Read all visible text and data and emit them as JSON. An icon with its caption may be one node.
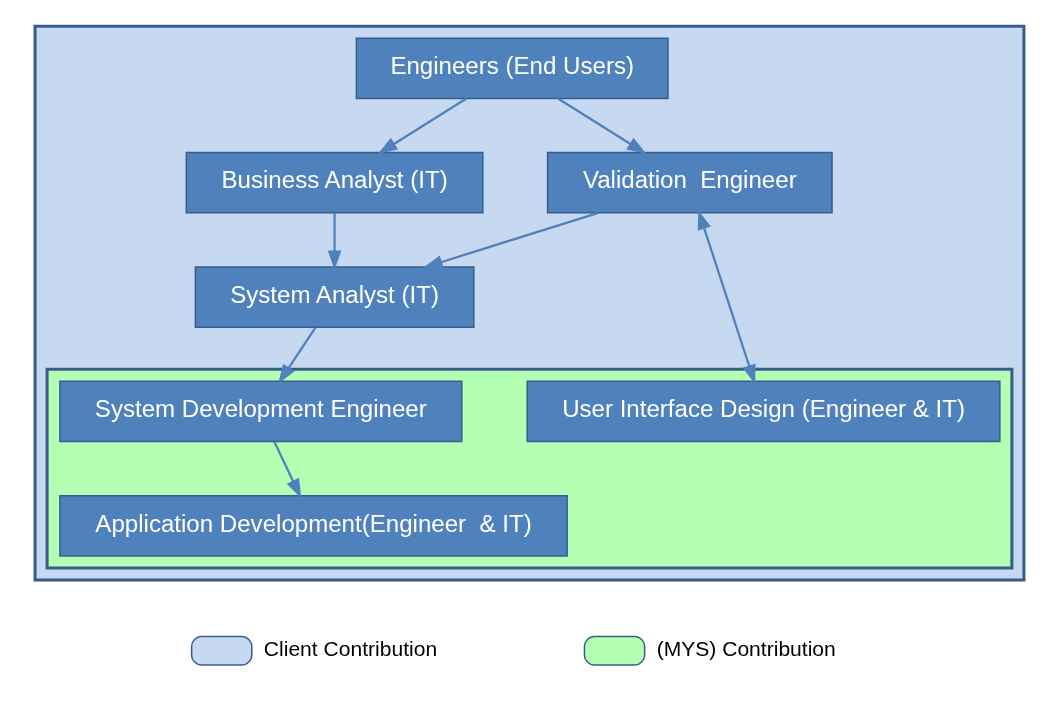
{
  "diagram": {
    "nodes": [
      {
        "text": [],
        "shape": "box"
      },
      {
        "text": [
          "Engineers (End Users)"
        ],
        "in": 0
      },
      {
        "text": [
          "Business Analyst (IT)"
        ],
        "in": 0
      },
      {
        "text": [
          "Validation  Engineer"
        ],
        "in": 0
      },
      {
        "text": [
          "System Analyst (IT)"
        ],
        "in": 0
      },
      {
        "text": [],
        "shape": "box",
        "in": 0
      },
      {
        "text": [
          "System Development Engineer"
        ],
        "in": 5
      },
      {
        "text": [
          "User Interface Design (Engineer & IT)"
        ],
        "in": 5
      },
      {
        "text": [
          "Application Development(Engineer  & IT)"
        ],
        "in": 5
      }
    ],
    "edges": [
      {
        "from": 1,
        "to": 2,
        "arrow": "to"
      },
      {
        "from": 1,
        "to": 3,
        "arrow": "to"
      },
      {
        "from": 2,
        "to": 4,
        "arrow": "to"
      },
      {
        "from": 3,
        "to": 4,
        "arrow": "to"
      },
      {
        "from": 4,
        "to": 6,
        "arrow": "to"
      },
      {
        "from": 6,
        "to": 8,
        "arrow": "to"
      },
      {
        "from": 3,
        "to": 7,
        "arrow": "both"
      }
    ],
    "legend": [
      {
        "text": "Client Contribution",
        "color": "#c6d9f1"
      },
      {
        "text": "(MYS) Contribution",
        "color": "#b3ffb3"
      }
    ]
  }
}
